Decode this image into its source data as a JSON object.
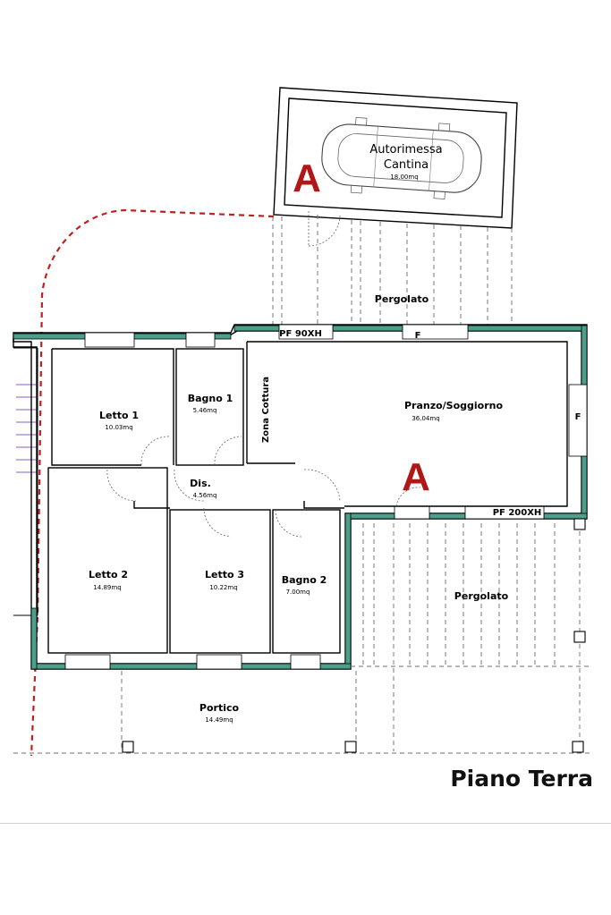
{
  "drawing_title": "Piano Terra",
  "marker_label": "A",
  "colors": {
    "insulation": "#4aa08a",
    "section_marker": "#b01818",
    "boundary": "#c02020",
    "wall": "#000000"
  },
  "rooms": {
    "garage": {
      "name_line1": "Autorimessa",
      "name_line2": "Cantina",
      "area": "18.00mq"
    },
    "pergola_top": {
      "name": "Pergolato"
    },
    "letto1": {
      "name": "Letto 1",
      "area": "10.03mq"
    },
    "bagno1": {
      "name": "Bagno 1",
      "area": "5.46mq"
    },
    "cucina": {
      "name": "Zona Cottura"
    },
    "soggiorno": {
      "name": "Pranzo/Soggiorno",
      "area": "36.04mq"
    },
    "dis": {
      "name": "Dis.",
      "area": "4.56mq"
    },
    "letto2": {
      "name": "Letto 2",
      "area": "14.89mq"
    },
    "letto3": {
      "name": "Letto 3",
      "area": "10.22mq"
    },
    "bagno2": {
      "name": "Bagno 2",
      "area": "7.00mq"
    },
    "pergola_right": {
      "name": "Pergolato"
    },
    "portico": {
      "name": "Portico",
      "area": "14.49mq"
    }
  },
  "openings": {
    "pf90": "PF 90XH",
    "pf200": "PF 200XH",
    "fixed": "F"
  }
}
